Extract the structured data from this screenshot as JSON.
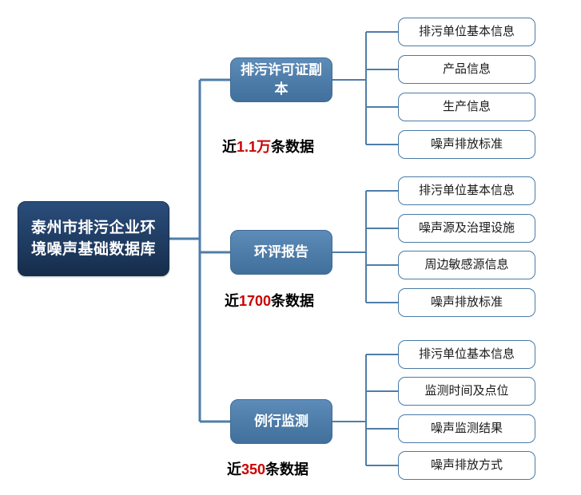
{
  "diagram": {
    "type": "tree",
    "root": {
      "label": "泰州市排污企业环境噪声基础数据库"
    },
    "branches": [
      {
        "label": "排污许可证副本",
        "caption_prefix": "近",
        "caption_number": "1.1万",
        "caption_suffix": "条数据",
        "leaves": [
          {
            "label": "排污单位基本信息"
          },
          {
            "label": "产品信息"
          },
          {
            "label": "生产信息"
          },
          {
            "label": "噪声排放标准"
          }
        ]
      },
      {
        "label": "环评报告",
        "caption_prefix": "近",
        "caption_number": "1700",
        "caption_suffix": "条数据",
        "leaves": [
          {
            "label": "排污单位基本信息"
          },
          {
            "label": "噪声源及治理设施"
          },
          {
            "label": "周边敏感源信息"
          },
          {
            "label": "噪声排放标准"
          }
        ]
      },
      {
        "label": "例行监测",
        "caption_prefix": "近",
        "caption_number": "350",
        "caption_suffix": "条数据",
        "leaves": [
          {
            "label": "排污单位基本信息"
          },
          {
            "label": "监测时间及点位"
          },
          {
            "label": "噪声监测结果"
          },
          {
            "label": "噪声排放方式"
          }
        ]
      }
    ],
    "colors": {
      "root_fill": "#1f3c62",
      "branch_fill": "#4f7da9",
      "leaf_border": "#4a7ba7",
      "connector": "#4f7da9",
      "highlight_text": "#cc0000"
    }
  }
}
